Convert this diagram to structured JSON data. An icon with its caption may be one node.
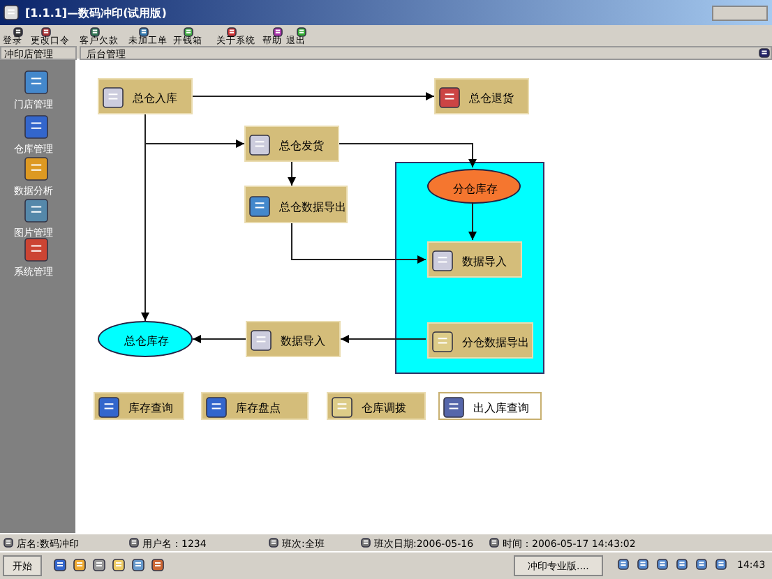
{
  "diagram": {
    "nodes": [
      {
        "text": [
          "总仓入库"
        ]
      },
      {
        "text": [
          "总仓退货"
        ]
      },
      {
        "text": [
          "总仓发货"
        ]
      },
      {
        "text": [],
        "shape": "box"
      },
      {
        "text": [
          "分仓库存"
        ],
        "in": 3
      },
      {
        "text": [
          "总仓数据导出"
        ]
      },
      {
        "text": [
          "数据导入"
        ],
        "in": 3
      },
      {
        "text": [
          "总仓库存"
        ]
      },
      {
        "text": [
          "数据导入"
        ]
      },
      {
        "text": [
          "分仓数据导出"
        ],
        "in": 3
      },
      {
        "text": [
          "库存查询"
        ]
      },
      {
        "text": [
          "库存盘点"
        ]
      },
      {
        "text": [
          "仓库调拨"
        ]
      },
      {
        "text": [
          "出入库查询"
        ]
      }
    ],
    "edges": [
      {
        "from": 0,
        "to": 1,
        "arrow": "to"
      },
      {
        "from": 0,
        "to": 2,
        "arrow": "to"
      },
      {
        "from": 0,
        "to": 7,
        "arrow": "to"
      },
      {
        "from": 2,
        "to": 5,
        "arrow": "to"
      },
      {
        "from": 2,
        "to": 4,
        "arrow": "to"
      },
      {
        "from": 4,
        "to": 6,
        "arrow": "to"
      },
      {
        "from": 5,
        "to": 6,
        "arrow": "to"
      },
      {
        "from": 9,
        "to": 8,
        "arrow": "to"
      },
      {
        "from": 8,
        "to": 7,
        "arrow": "to"
      }
    ],
    "labels": [
      "[1.1.1]—数码冲印(试用版)",
      "登录",
      "更改口令",
      "客户欠款",
      "未加工单",
      "开钱箱",
      "关于系统",
      "帮助",
      "退出",
      "冲印店管理",
      "后台管理",
      "门店管理",
      "仓库管理",
      "数据分析",
      "图片管理",
      "系统管理",
      "店名:数码冲印",
      "用户名：1234",
      "班次:全班",
      "班次日期:2006-05-16",
      "时间：2006-05-17 14:43:02",
      "开始",
      "冲印专业版....",
      "14:43"
    ]
  }
}
